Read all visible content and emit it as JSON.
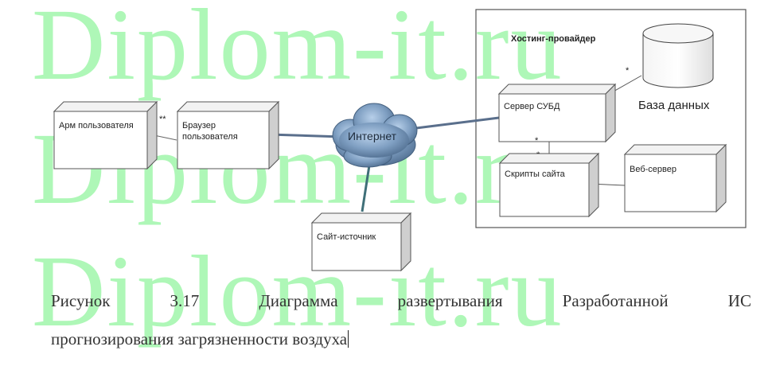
{
  "watermark": {
    "text": "Diplom-it.ru"
  },
  "diagram": {
    "nodes": {
      "arm": "Арм пользователя",
      "browser_line1": "Браузер",
      "browser_line2": "пользователя",
      "internet": "Интернет",
      "source_site": "Сайт-источник",
      "hosting": "Хостинг-провайдер",
      "dbms_server": "Сервер СУБД",
      "database": "База данных",
      "scripts": "Скрипты сайта",
      "web_server": "Веб-сервер"
    },
    "multiplicities": {
      "arm_browser": "**",
      "dbms_db": "*",
      "dbms_scripts_top": "*",
      "dbms_scripts_bottom": "*"
    }
  },
  "caption": {
    "line1_words": [
      "Рисунок",
      "3.17",
      "Диаграмма",
      "развертывания",
      "Разработанной",
      "ИС"
    ],
    "line2": "прогнозирования загрязненности воздуха"
  }
}
